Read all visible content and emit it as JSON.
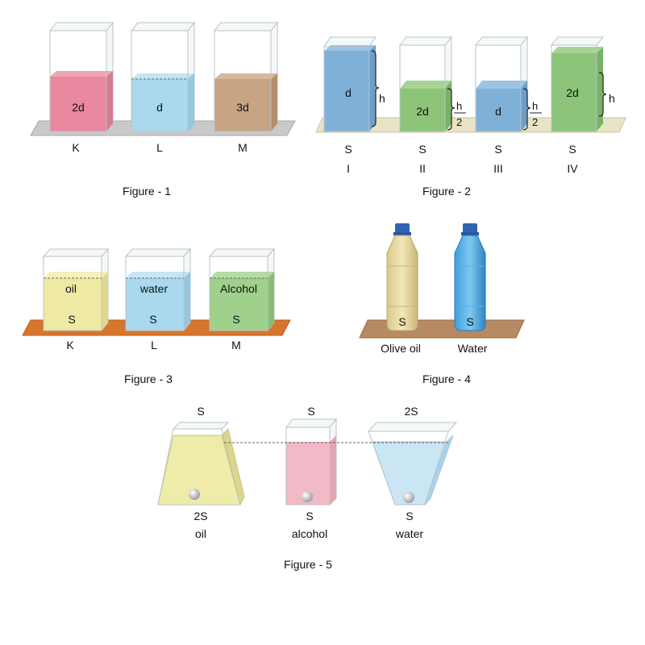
{
  "colors": {
    "pink": "#e9889e",
    "lightblue": "#a9d8ef",
    "tan": "#c7a483",
    "blue": "#7fb0d8",
    "green": "#8cc47a",
    "yellow": "#eeeaa4",
    "shelf_gray": "#c7c7c7",
    "shelf_beige": "#e6e3c6",
    "shelf_orange": "#d8752c",
    "shelf_brown": "#b68a62"
  },
  "figure1": {
    "caption": "Figure - 1",
    "containers": [
      {
        "density": "2d",
        "label": "K",
        "color": "pink"
      },
      {
        "density": "d",
        "label": "L",
        "color": "lightblue"
      },
      {
        "density": "3d",
        "label": "M",
        "color": "tan"
      }
    ]
  },
  "figure2": {
    "caption": "Figure - 2",
    "containers": [
      {
        "density": "d",
        "height": "h",
        "height_den": "",
        "area": "S",
        "numeral": "I",
        "color": "blue"
      },
      {
        "density": "2d",
        "height": "h",
        "height_den": "2",
        "area": "S",
        "numeral": "II",
        "color": "green"
      },
      {
        "density": "d",
        "height": "h",
        "height_den": "2",
        "area": "S",
        "numeral": "III",
        "color": "blue"
      },
      {
        "density": "2d",
        "height": "h",
        "height_den": "",
        "area": "S",
        "numeral": "IV",
        "color": "green"
      }
    ]
  },
  "figure3": {
    "caption": "Figure - 3",
    "containers": [
      {
        "liquid": "oil",
        "area": "S",
        "label": "K",
        "color": "yellow"
      },
      {
        "liquid": "water",
        "area": "S",
        "label": "L",
        "color": "lightblue"
      },
      {
        "liquid": "Alcohol",
        "area": "S",
        "label": "M",
        "color": "green"
      }
    ]
  },
  "figure4": {
    "caption": "Figure - 4",
    "bottles": [
      {
        "area": "S",
        "label": "Olive oil"
      },
      {
        "area": "S",
        "label": "Water"
      }
    ]
  },
  "figure5": {
    "caption": "Figure - 5",
    "vessels": [
      {
        "top_area": "S",
        "bottom_area": "2S",
        "liquid": "oil"
      },
      {
        "top_area": "S",
        "bottom_area": "S",
        "liquid": "alcohol"
      },
      {
        "top_area": "2S",
        "bottom_area": "S",
        "liquid": "water"
      }
    ]
  }
}
